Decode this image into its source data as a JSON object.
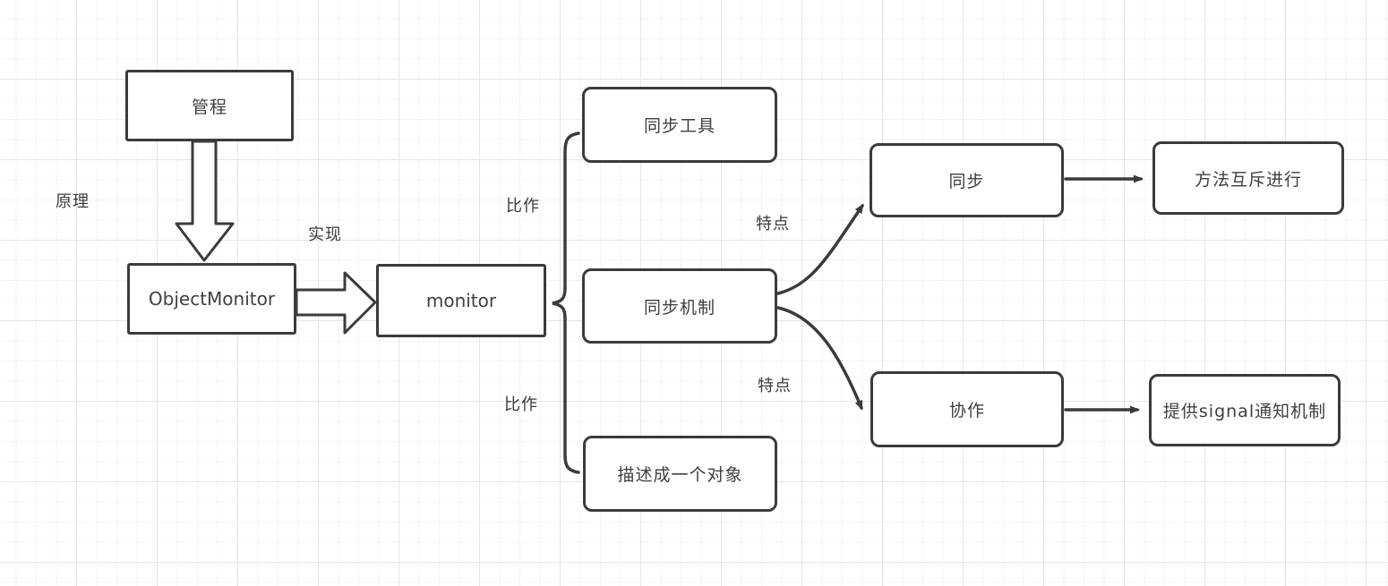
{
  "theme": {
    "background": "#ffffff",
    "grid_minor": "#f4f4f6",
    "grid_major": "#e6e6ea",
    "stroke": "#3b3b3b",
    "text": "#3f3f3f"
  },
  "nodes": {
    "guancheng": {
      "label": "管程",
      "shape": "rect"
    },
    "objectmonitor": {
      "label": "ObjectMonitor",
      "shape": "rect"
    },
    "monitor": {
      "label": "monitor",
      "shape": "rect"
    },
    "tongbu_gongju": {
      "label": "同步工具",
      "shape": "rounded"
    },
    "tongbu_jizhi": {
      "label": "同步机制",
      "shape": "rounded"
    },
    "miaoshu_duixiang": {
      "label": "描述成一个对象",
      "shape": "rounded"
    },
    "tongbu": {
      "label": "同步",
      "shape": "rounded"
    },
    "xiezuo": {
      "label": "协作",
      "shape": "rounded"
    },
    "fangfa_huchi": {
      "label": "方法互斥进行",
      "shape": "rounded"
    },
    "signal_tongzhi": {
      "label": "提供signal通知机制",
      "shape": "rounded"
    }
  },
  "edge_labels": {
    "yuanli": "原理",
    "shixian": "实现",
    "bizuo_top": "比作",
    "bizuo_bottom": "比作",
    "tedian_top": "特点",
    "tedian_bottom": "特点"
  }
}
